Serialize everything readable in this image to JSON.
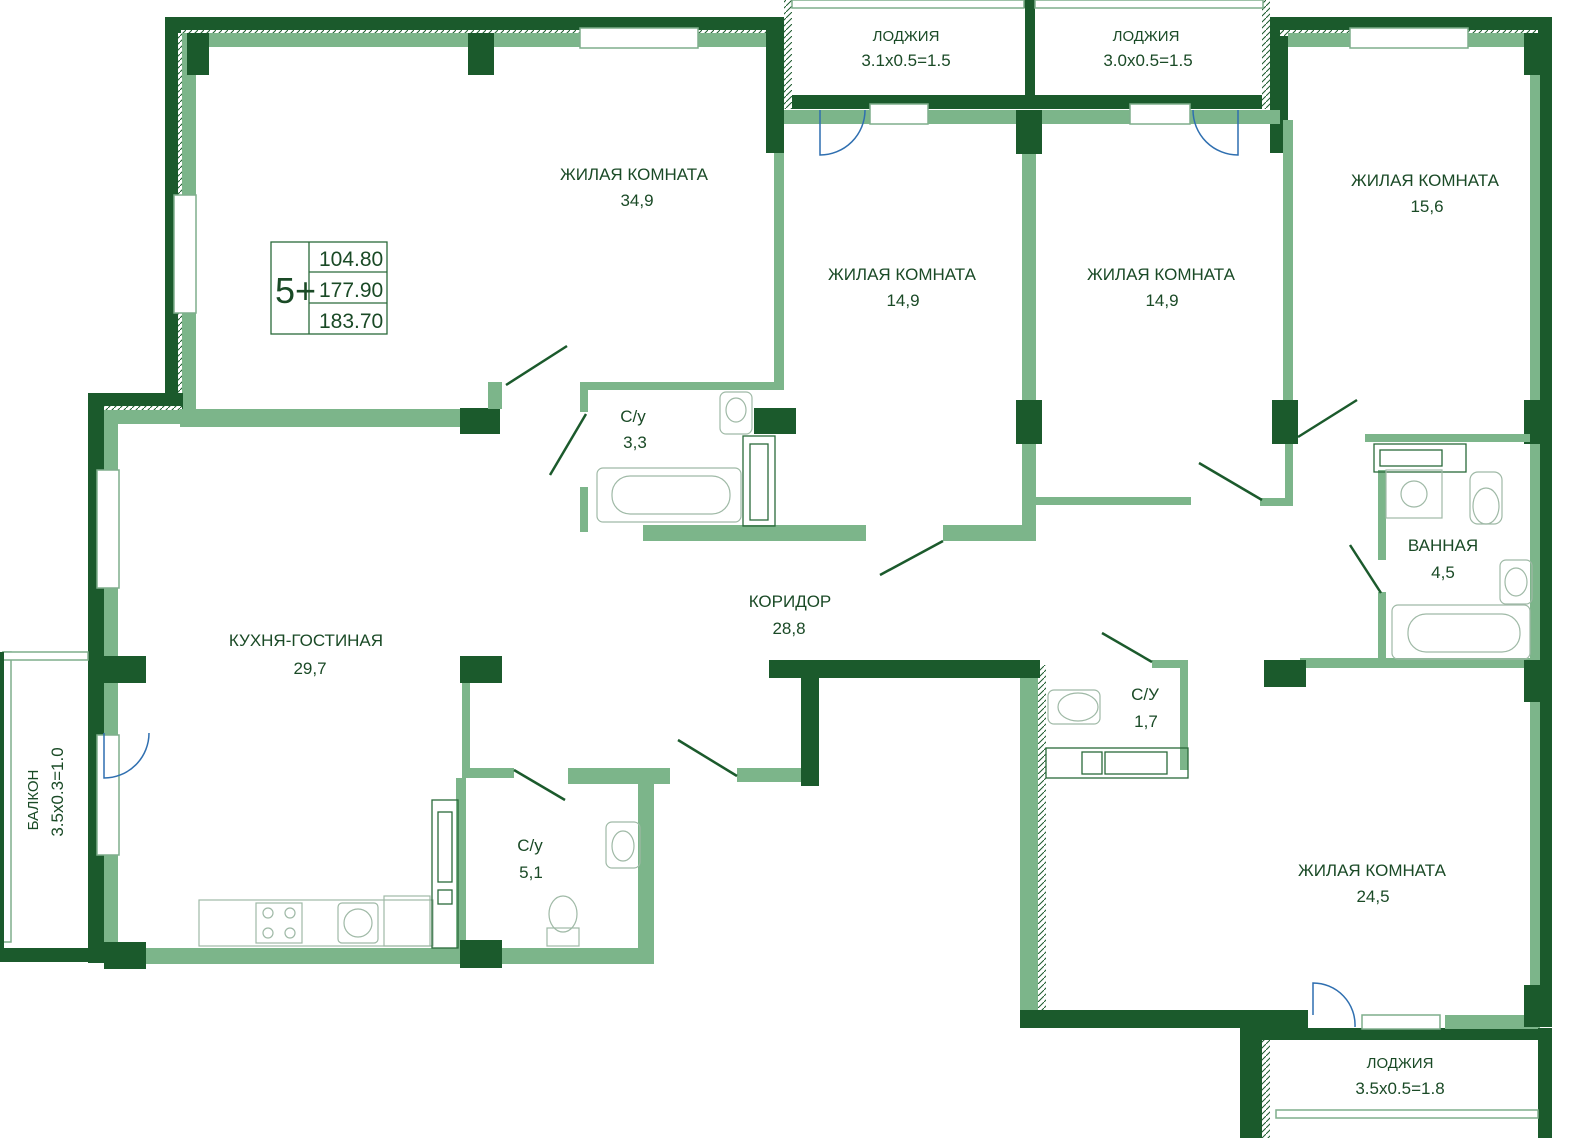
{
  "apartment": {
    "rooms_count": "5+",
    "areas": [
      "104.80",
      "177.90",
      "183.70"
    ]
  },
  "rooms": {
    "living_1": {
      "name": "ЖИЛАЯ КОМНАТА",
      "area": "34,9"
    },
    "living_2": {
      "name": "ЖИЛАЯ КОМНАТА",
      "area": "14,9"
    },
    "living_3": {
      "name": "ЖИЛАЯ КОМНАТА",
      "area": "14,9"
    },
    "living_4": {
      "name": "ЖИЛАЯ КОМНАТА",
      "area": "15,6"
    },
    "living_5": {
      "name": "ЖИЛАЯ КОМНАТА",
      "area": "24,5"
    },
    "kitchen": {
      "name": "КУХНЯ-ГОСТИНАЯ",
      "area": "29,7"
    },
    "corridor": {
      "name": "КОРИДОР",
      "area": "28,8"
    },
    "wc_1": {
      "name": "С/у",
      "area": "3,3"
    },
    "wc_2": {
      "name": "С/у",
      "area": "5,1"
    },
    "wc_3": {
      "name": "С/У",
      "area": "1,7"
    },
    "bath": {
      "name": "ВАННАЯ",
      "area": "4,5"
    }
  },
  "outdoor": {
    "loggia_1": {
      "name": "ЛОДЖИЯ",
      "size": "3.1x0.5=1.5"
    },
    "loggia_2": {
      "name": "ЛОДЖИЯ",
      "size": "3.0x0.5=1.5"
    },
    "loggia_3": {
      "name": "ЛОДЖИЯ",
      "size": "3.5x0.5=1.8"
    },
    "balcony": {
      "name": "БАЛКОН",
      "size": "3.5x0.3=1.0"
    }
  },
  "colors": {
    "wall_dark": "#1b5a2c",
    "wall_light": "#7cb58a",
    "text": "#1a4a26",
    "door_swing": "#2f6fb0"
  }
}
